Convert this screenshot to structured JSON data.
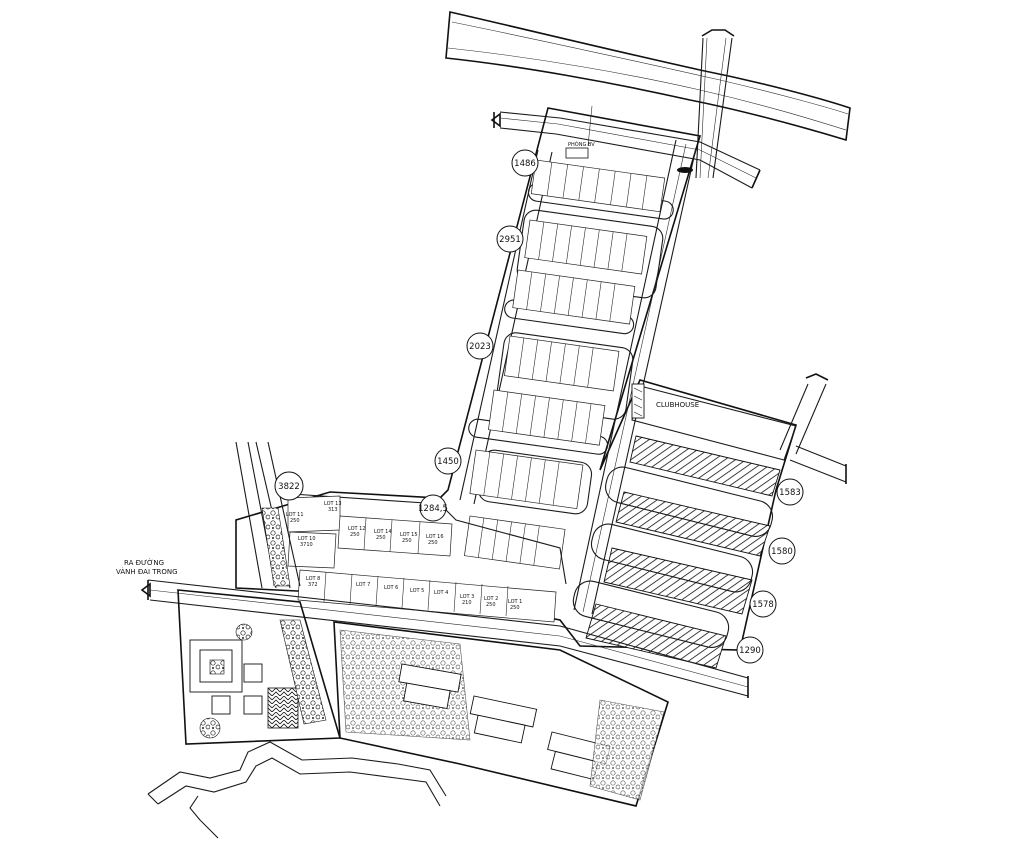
{
  "labels": {
    "clubhouse": "CLUBHOUSE",
    "road_note_line1": "RA ĐƯỜNG",
    "road_note_line2": "VÀNH ĐAI TRONG",
    "top_note": "PHÒNG BV"
  },
  "bubbles": {
    "b1486": "1486",
    "b2951": "2951",
    "b2023": "2023",
    "b1450": "1450",
    "b3822": "3822",
    "b1284": "1284,5",
    "b1583": "1583",
    "b1580": "1580",
    "b1578": "1578",
    "b1290": "1290"
  },
  "lots": {
    "lot11": "LOT 11",
    "lot11_area": "250",
    "lot10": "LOT 10",
    "lot10_area": "3710",
    "lot13": "LOT 13",
    "lot13_area": "313",
    "lot12": "LOT 12",
    "lot12_area": "250",
    "lot14": "LOT 14",
    "lot14_area": "250",
    "lot15": "LOT 15",
    "lot15_area": "250",
    "lot16": "LOT 16",
    "lot16_area": "250",
    "lot8": "LOT 8",
    "lot8_area": "372",
    "lot7": "LOT 7",
    "lot6": "LOT 6",
    "lot5": "LOT 5",
    "lot4": "LOT 4",
    "lot3": "LOT 3",
    "lot3_area": "210",
    "lot2": "LOT 2",
    "lot2_area": "250",
    "lot1": "LOT 1",
    "lot1_area": "250"
  },
  "colors": {
    "line": "#111111",
    "background": "#ffffff",
    "landscape": "#3a3a3a"
  },
  "icons": {
    "gate_symbol": "entrance-gate-icon",
    "north_arrow": "road-end-arrow-icon"
  }
}
